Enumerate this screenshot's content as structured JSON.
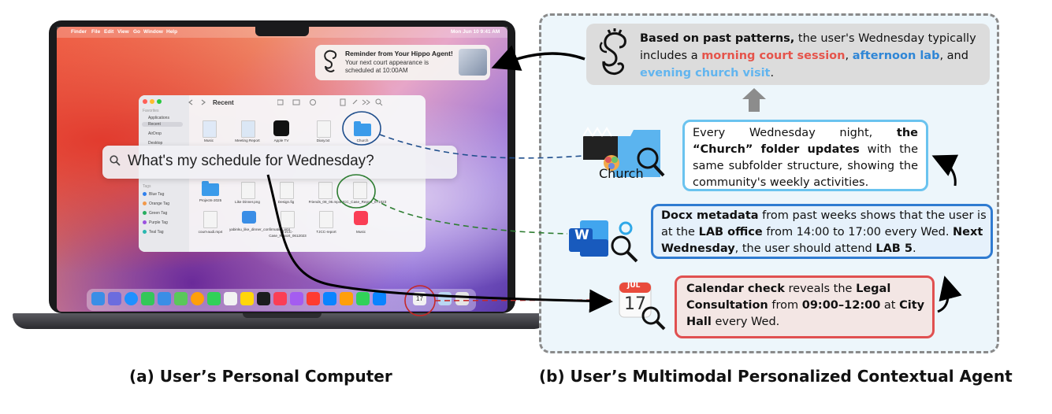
{
  "laptop": {
    "menubar": {
      "apple_glyph": "",
      "items": [
        "Finder",
        "File",
        "Edit",
        "View",
        "Go",
        "Window",
        "Help"
      ],
      "status_clock": "Mon Jun 10 9:41 AM"
    },
    "notification": {
      "title": "Reminder from Your Hippo Agent!",
      "body": "Your next court appearance is scheduled at 10:00AM"
    },
    "finder": {
      "title": "Recent",
      "sidebar_header": "Favorites",
      "sidebar": [
        "Applications",
        "Recent",
        "AirDrop",
        "Desktop"
      ],
      "tags_header": "Tags",
      "tags": [
        {
          "label": "Blue Tag",
          "color": "#2f80ed"
        },
        {
          "label": "Orange Tag",
          "color": "#f2994a"
        },
        {
          "label": "Green Tag",
          "color": "#27ae60"
        },
        {
          "label": "Purple Tag",
          "color": "#9b51e0"
        },
        {
          "label": "Teal Tag",
          "color": "#2ab7b0"
        }
      ],
      "row1": [
        "Music",
        "Meeting Report",
        "Apple TV",
        "Diary.txt",
        "Church"
      ],
      "row2": [
        "Projects-2025",
        "Like Dinner.png",
        "Design.fig",
        "Friends_08_06.mp4",
        "TJCC_Case_Report_071023"
      ],
      "row3": [
        "court-audi.mp4",
        "yabinku_like_dinner_confirmation.eml",
        "TJCC-Case_Report_0612023",
        "TJCC-report",
        "Music"
      ]
    },
    "spotlight": {
      "query": "What's my schedule for Wednesday?"
    },
    "dock_calendar_day": "17"
  },
  "agent": {
    "summary": {
      "lead": "Based on past patterns,",
      "text1": " the user's Wednesday typically includes a ",
      "morning": "morning court session",
      "sep1": ", ",
      "afternoon": "afternoon lab",
      "sep2": ", and ",
      "evening": "evening church visit",
      "end": "."
    },
    "church": {
      "icon_label": "Church",
      "text1": "Every Wednesday night, ",
      "bold": "the “Church” folder updates",
      "text2": " with the same subfolder structure, showing the community's weekly activities."
    },
    "docx": {
      "bold1": "Docx metadata",
      "text1": " from past weeks shows that the user is at the ",
      "bold2": "LAB office",
      "text2": " from 14:00 to 17:00 every Wed. ",
      "bold3": "Next Wednesday",
      "text3": ", the user should attend ",
      "bold4": "LAB 5",
      "text4": "."
    },
    "calendar": {
      "icon_month": "JUL",
      "icon_day": "17",
      "bold1": "Calendar check",
      "text1": " reveals the ",
      "bold2": "Legal Consultation",
      "text2": " from ",
      "bold3": "09:00–12:00",
      "text3": " at ",
      "bold4": "City Hall",
      "text4": " every Wed."
    },
    "word_icon_letter": "W"
  },
  "captions": {
    "left": "(a) User’s Personal Computer",
    "right": "(b) User’s Multimodal Personalized Contextual Agent"
  },
  "colors": {
    "red": "#e5544b",
    "blue": "#2f86d6",
    "light_blue": "#62b5ef",
    "church_border": "#6ac3ef",
    "docx_border": "#2f7bd1",
    "calendar_border": "#e05050"
  }
}
